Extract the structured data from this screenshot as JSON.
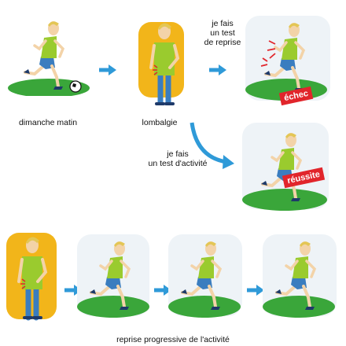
{
  "labels": {
    "sunday": "dimanche matin",
    "lumbago": "lombalgie",
    "test_reprise": [
      "je fais",
      "un test",
      "de reprise"
    ],
    "test_activite": [
      "je fais",
      "un test d'activité"
    ],
    "progressive": "reprise progressive de l'activité"
  },
  "badges": {
    "fail": "échec",
    "success": "réussite"
  },
  "colors": {
    "grass": "#3aa63a",
    "sky": "#eef3f7",
    "pain_bg": "#f2b51a",
    "arrow": "#2f9ad8",
    "badge": "#e1252b",
    "shirt": "#9acb2e",
    "pants": "#3a7dbf",
    "skin": "#f3d3a8",
    "hair": "#e3c655"
  }
}
